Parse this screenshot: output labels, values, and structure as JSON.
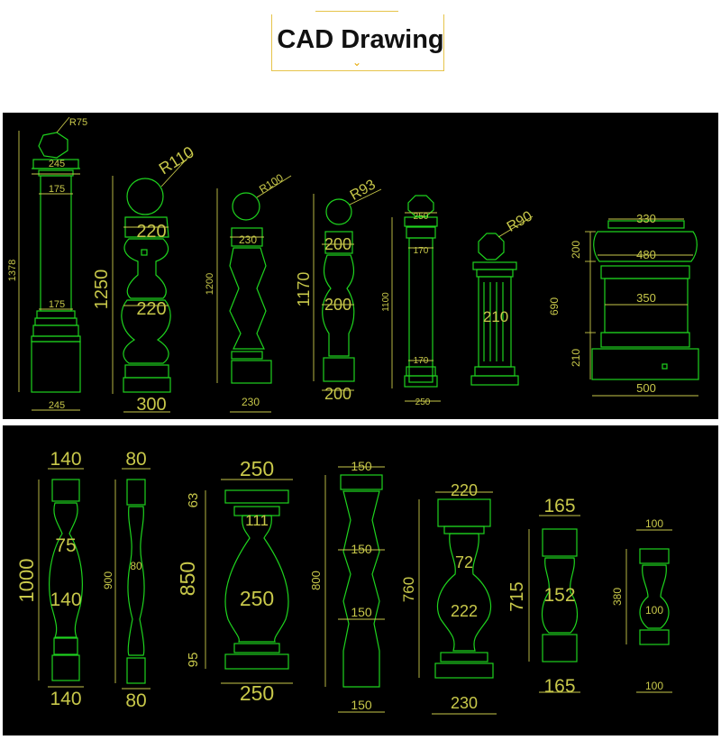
{
  "header": {
    "title": "CAD Drawing"
  },
  "colors": {
    "background": "#000000",
    "outline": "#1ed31e",
    "dimension": "#c8c84a",
    "frame_accent": "#e6c44a"
  },
  "top_panel": {
    "labels": {
      "p1": {
        "radius": "R75",
        "top_w": "245",
        "upper": "175",
        "lower": "175",
        "height": "1378",
        "base": "245"
      },
      "p2": {
        "radius": "R110",
        "upper": "220",
        "lower": "220",
        "height": "1250",
        "base": "300"
      },
      "p3": {
        "radius": "R100",
        "upper": "230",
        "height": "1200",
        "base": "230"
      },
      "p4": {
        "radius": "R93",
        "upper": "200",
        "mid": "200",
        "height": "1170",
        "base": "200"
      },
      "p5": {
        "top": "250",
        "upper": "170",
        "lower": "170",
        "height": "1100",
        "base": "250"
      },
      "p6": {
        "radius": "R90",
        "mid": "210"
      },
      "p7": {
        "top": "330",
        "cap": "480",
        "mid": "350",
        "h_top": "200",
        "h_mid": "690",
        "h_base": "210",
        "base": "500"
      }
    }
  },
  "bottom_panel": {
    "labels": {
      "b1": {
        "top": "140",
        "neck": "75",
        "belly": "140",
        "height": "1000",
        "base": "140"
      },
      "b2": {
        "top": "80",
        "mid": "80",
        "height": "900",
        "base": "80"
      },
      "b3": {
        "top": "250",
        "neck": "111",
        "belly": "250",
        "height": "850",
        "cap_h": "63",
        "base_h": "95",
        "base": "250"
      },
      "b4": {
        "top": "150",
        "m1": "150",
        "m2": "150",
        "height": "800",
        "base": "150"
      },
      "b5": {
        "top": "220",
        "neck": "72",
        "belly": "222",
        "height": "760",
        "base": "230"
      },
      "b6": {
        "top": "165",
        "mid": "152",
        "height": "715",
        "base": "165"
      },
      "b7": {
        "top": "100",
        "mid": "100",
        "height": "380",
        "base": "100"
      }
    }
  }
}
